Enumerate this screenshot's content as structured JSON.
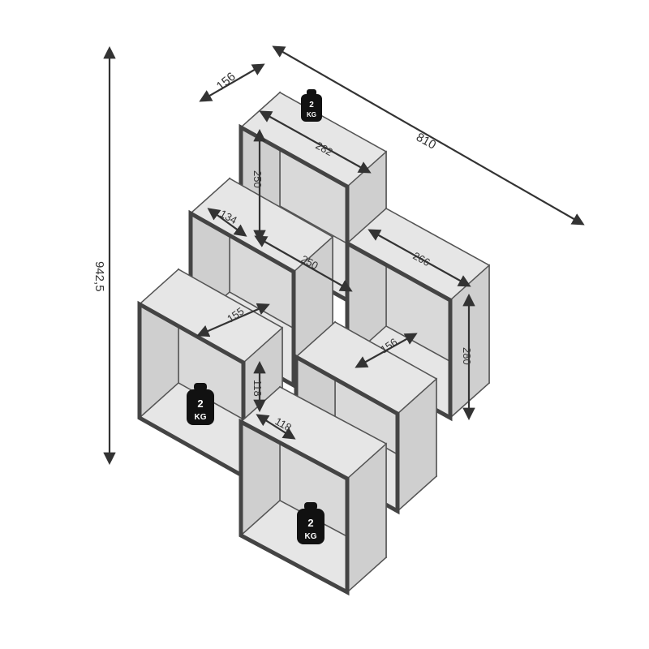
{
  "title": "Shelf dimension diagram",
  "colors": {
    "panel_edge": "#555555",
    "panel_face": "#e6e6e6",
    "panel_side": "#cfcfcf",
    "back": "#d9d9d9",
    "arrow": "#333333",
    "weight": "#111111"
  },
  "dimensions": {
    "total_height": "942,5",
    "total_width": "810",
    "depth": "156",
    "top_cube_width": "282",
    "top_cube_height": "250",
    "left_depth": "134",
    "middle_width": "250",
    "right_cube_width": "266",
    "right_cube_height": "280",
    "left_cube_depth": "155",
    "center_depth": "156",
    "small_height": "118",
    "small_width": "118"
  },
  "weights": [
    {
      "value": "2",
      "unit": "KG"
    },
    {
      "value": "2",
      "unit": "KG"
    },
    {
      "value": "2",
      "unit": "KG"
    }
  ]
}
